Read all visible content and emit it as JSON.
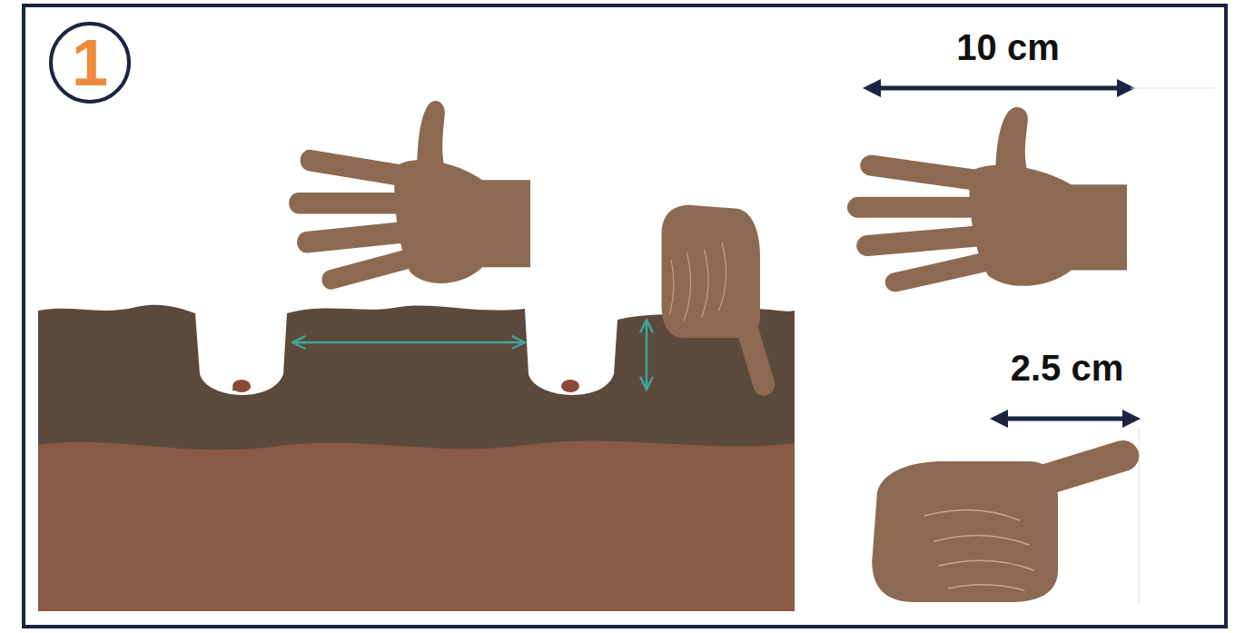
{
  "diagram": {
    "nodes": [
      {
        "text": [
          "1"
        ]
      }
    ],
    "labels": [
      "10 cm",
      "2.5 cm"
    ]
  }
}
